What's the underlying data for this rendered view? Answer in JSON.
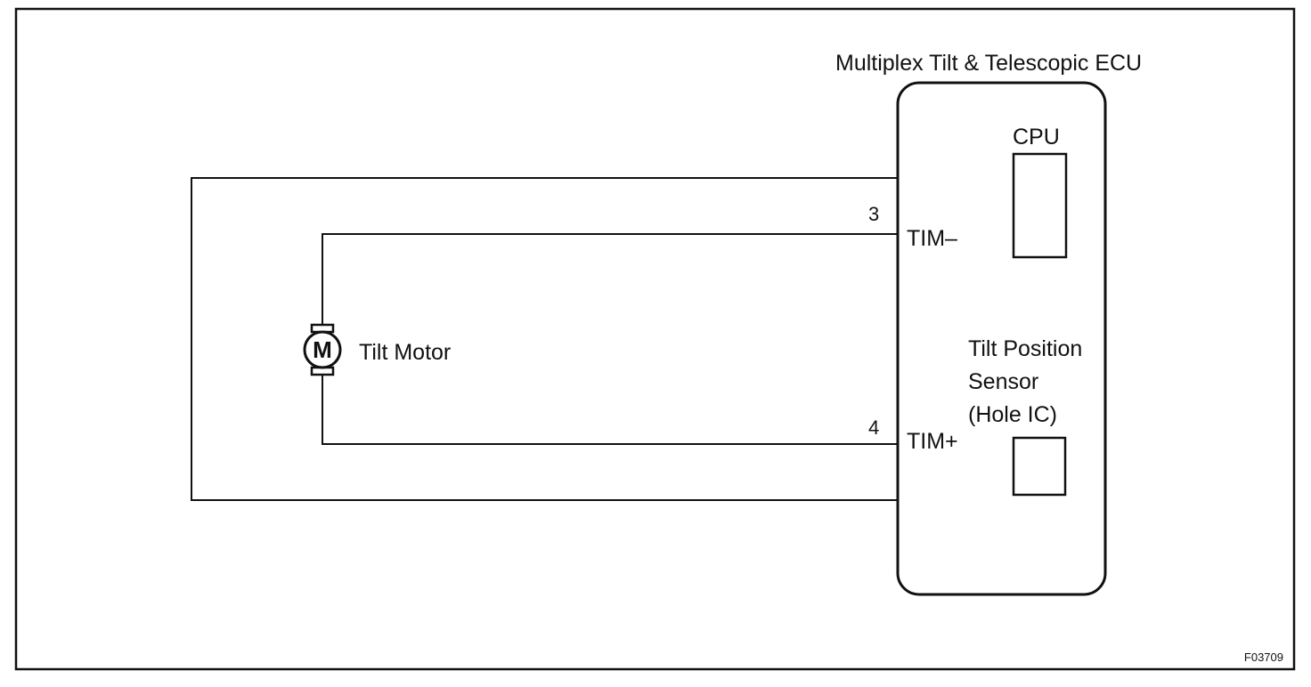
{
  "ecu": {
    "title": "Multiplex Tilt & Telescopic ECU",
    "cpu_label": "CPU",
    "sensor_label_lines": [
      "Tilt Position",
      "Sensor",
      "(Hole IC)"
    ]
  },
  "motor": {
    "symbol": "M",
    "label": "Tilt Motor"
  },
  "pins": {
    "minus": {
      "number": "3",
      "name": "TIM–"
    },
    "plus": {
      "number": "4",
      "name": "TIM+"
    }
  },
  "figure_code": "F03709"
}
